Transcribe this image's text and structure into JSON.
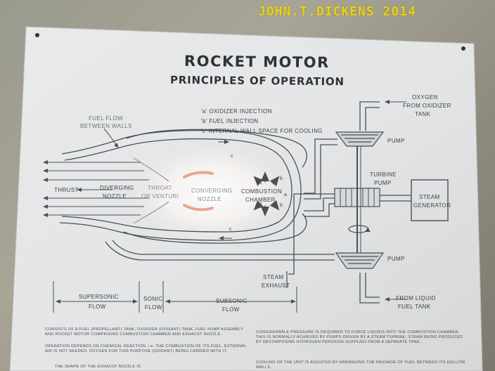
{
  "watermark": "JOHN.T.DICKENS  2014",
  "title": "ROCKET MOTOR",
  "subtitle": "PRINCIPLES OF OPERATION",
  "legend": [
    "'a' OXIDIZER INJECTION",
    "'b' FUEL INJECTION",
    "'c' INTERNAL WALL SPACE FOR COOLING"
  ],
  "labels": {
    "fuel_flow_1": "FUEL FLOW",
    "fuel_flow_2": "BETWEEN WALLS",
    "thrust": "THRUST",
    "diverging_1": "DIVERGING",
    "diverging_2": "NOZZLE",
    "throat_1": "THROAT",
    "throat_2": "OR VENTURI",
    "converging_1": "CONVERGING",
    "converging_2": "NOZZLE",
    "combustion_1": "COMBUSTION",
    "combustion_2": "CHAMBER",
    "oxygen_1": "OXYGEN",
    "oxygen_2": "FROM OXIDIZER",
    "oxygen_3": "TANK",
    "pump_top": "PUMP",
    "turbine_1": "TURBINE",
    "turbine_2": "PUMP",
    "steam_gen_1": "STEAM",
    "steam_gen_2": "GENERATOR",
    "pump_bottom": "PUMP",
    "steam_exhaust_1": "STEAM",
    "steam_exhaust_2": "EXHAUST",
    "liquid_fuel_1": "FROM LIQUID",
    "liquid_fuel_2": "FUEL TANK",
    "supersonic_1": "SUPERSONIC",
    "supersonic_2": "FLOW",
    "sonic_1": "SONIC",
    "sonic_2": "FLOW",
    "subsonic_1": "SUBSONIC",
    "subsonic_2": "FLOW",
    "mark_a": "a",
    "mark_b1": "b",
    "mark_b2": "b",
    "mark_c1": "c",
    "mark_c2": "c"
  },
  "paragraphs": {
    "left_1": "CONSISTS OF A FUEL (PROPELLANT) TANK, OXIDIZER (OXIDANT) TANK, FUEL PUMP ASSEMBLY AND ROCKET MOTOR COMPRISING COMBUSTION CHAMBER AND EXHAUST NOZZLE.",
    "left_2": "OPERATION DEPENDS ON CHEMICAL REACTION, i.e. THE COMBUSTION OF ITS FUEL. EXTERNAL AIR IS NOT NEEDED, OXYGEN FOR THIS PURPOSE (OXIDANT) BEING CARRIED WITH IT.",
    "left_3": "THE SHAPE OF THE EXHAUST NOZZLE IS",
    "right_1": "CONSIDERABLE PRESSURE IS REQUIRED TO FORCE LIQUIDS INTO THE COMBUSTION CHAMBER. THIS IS NORMALLY ACHIEVED BY PUMPS DRIVEN BY A STEAM TURBINE, STEAM BEING PRODUCED BY DECOMPOSING HYDROGEN PEROXIDE SUPPLIED FROM A SEPARATE TANK.",
    "right_2": "COOLING OF THE UNIT IS ASSISTED BY ARRANGING THE PASSAGE OF FUEL BETWEEN ITS HOLLOW WALLS."
  },
  "colors": {
    "board": "#e6e8e9",
    "ink": "#4a4f56",
    "watermark": "#e8d31a",
    "glow": "#e39a7e"
  }
}
